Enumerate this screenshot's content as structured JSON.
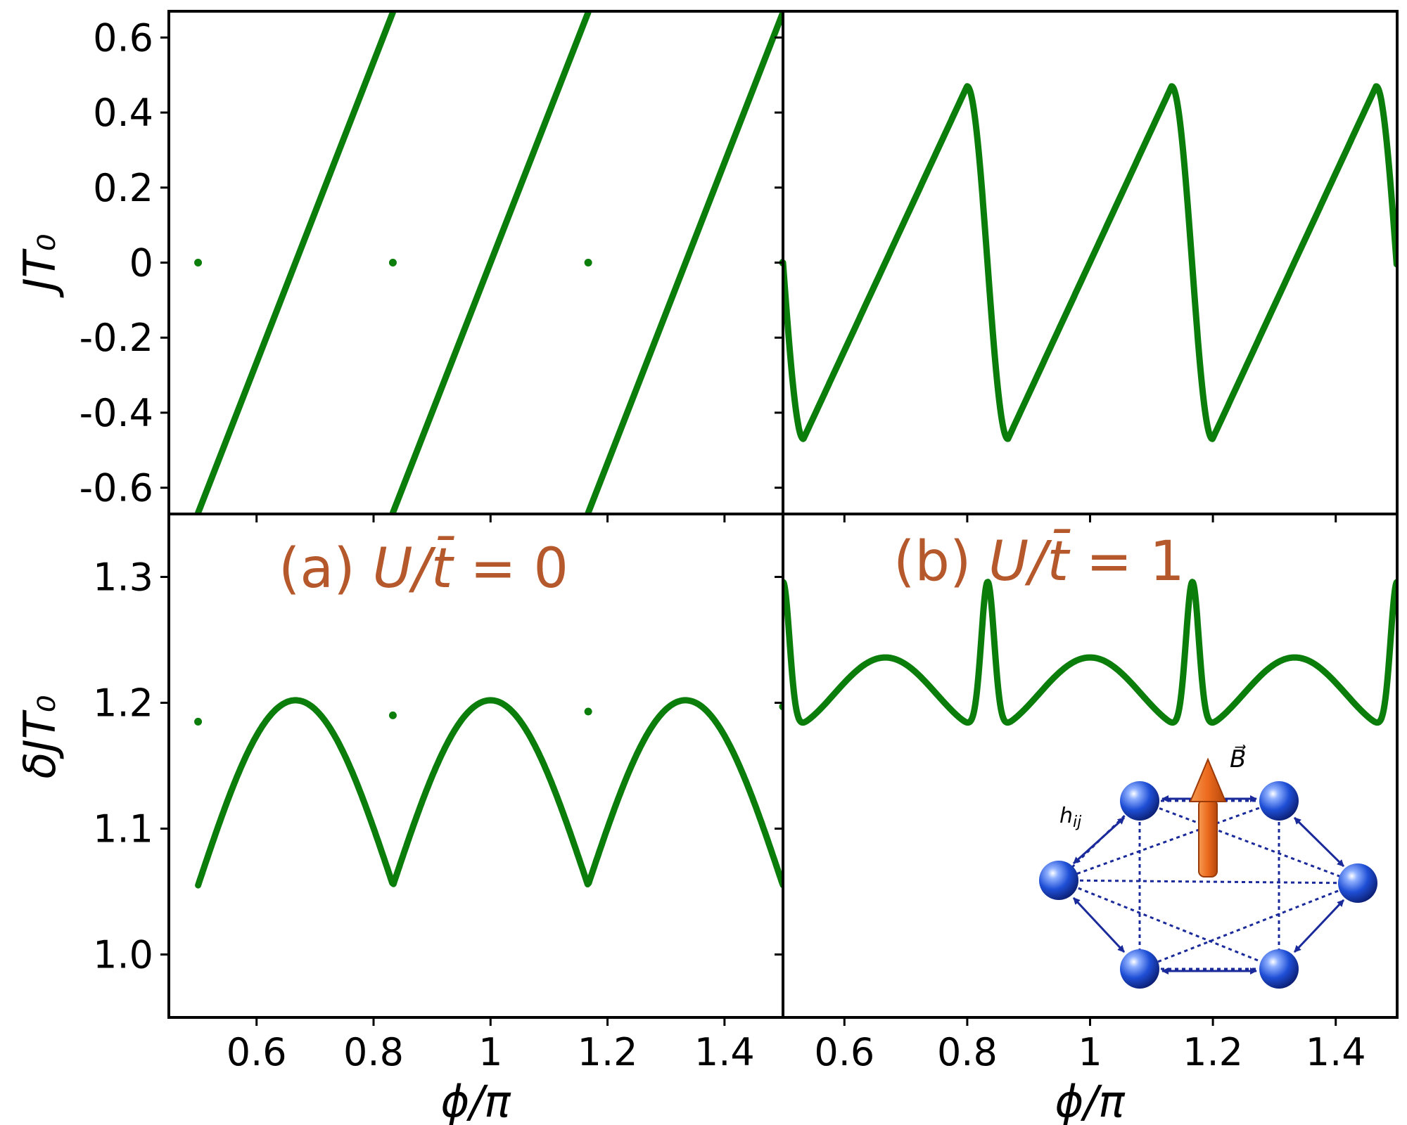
{
  "colors": {
    "curve": "#0a7d0a",
    "label": "#b5582b",
    "frame": "#000000",
    "node": "#1f4fd6",
    "bond": "#1a2a9a",
    "field": "#ec6a1e"
  },
  "axes": {
    "ylabel_top": "JT₀",
    "ylabel_bottom": "δJT₀",
    "xlabel": "ϕ/π",
    "xticks": [
      "0.6",
      "0.8",
      "1",
      "1.2",
      "1.4"
    ],
    "yticks_top": [
      "0.6",
      "0.4",
      "0.2",
      "0",
      "-0.2",
      "-0.4",
      "-0.6"
    ],
    "yticks_bottom": [
      "1.3",
      "1.2",
      "1.1",
      "1.0"
    ]
  },
  "labels": {
    "a_prefix": "(a) ",
    "b_prefix": "(b) ",
    "u_over_t": "U/t̄",
    "a_value": " = 0",
    "b_value": " = 1",
    "inset_field": "B⃗",
    "inset_hopping": "h",
    "inset_hopping_sub": "ij"
  },
  "chart_data": [
    {
      "type": "scatter",
      "panel": "a-top",
      "xlim": [
        0.45,
        1.5
      ],
      "ylim": [
        -0.67,
        0.67
      ],
      "ylabel": "JT₀",
      "series": [
        {
          "points": [
            [
              0.5,
              -0.667
            ],
            [
              0.833,
              0.667
            ]
          ]
        },
        {
          "points": [
            [
              0.833,
              -0.667
            ],
            [
              1.167,
              0.667
            ]
          ]
        },
        {
          "points": [
            [
              1.167,
              -0.667
            ],
            [
              1.5,
              0.667
            ]
          ]
        }
      ],
      "markers": [
        [
          0.5,
          0.0
        ],
        [
          0.833,
          0.0
        ],
        [
          1.167,
          0.0
        ],
        [
          1.5,
          0.0
        ]
      ]
    },
    {
      "type": "line",
      "panel": "b-top",
      "xlim": [
        0.5,
        1.5
      ],
      "ylim": [
        -0.67,
        0.67
      ],
      "amplitude": 0.47,
      "period": 0.333,
      "points": [
        [
          0.5,
          0.0
        ],
        [
          0.51,
          -0.4
        ],
        [
          0.53,
          -0.47
        ],
        [
          0.8,
          0.47
        ],
        [
          0.82,
          0.4
        ],
        [
          0.833,
          0.0
        ],
        [
          0.85,
          -0.4
        ],
        [
          0.867,
          -0.47
        ],
        [
          1.133,
          0.47
        ],
        [
          1.15,
          0.4
        ],
        [
          1.167,
          0.0
        ],
        [
          1.183,
          -0.4
        ],
        [
          1.2,
          -0.47
        ],
        [
          1.467,
          0.47
        ],
        [
          1.483,
          0.4
        ],
        [
          1.5,
          0.0
        ]
      ]
    },
    {
      "type": "line",
      "panel": "a-bottom",
      "xlim": [
        0.45,
        1.5
      ],
      "ylim": [
        0.95,
        1.35
      ],
      "ylabel": "δJT₀",
      "xlabel": "ϕ/π",
      "min": 1.055,
      "max": 1.202,
      "points": [
        [
          0.5,
          1.055
        ],
        [
          0.667,
          1.202
        ],
        [
          0.833,
          1.055
        ],
        [
          1.0,
          1.202
        ],
        [
          1.167,
          1.055
        ],
        [
          1.333,
          1.202
        ],
        [
          1.5,
          1.055
        ]
      ],
      "markers": [
        [
          0.5,
          1.185
        ],
        [
          0.833,
          1.19
        ],
        [
          1.167,
          1.193
        ],
        [
          1.5,
          1.197
        ]
      ]
    },
    {
      "type": "line",
      "panel": "b-bottom",
      "xlim": [
        0.5,
        1.5
      ],
      "ylim": [
        0.95,
        1.35
      ],
      "xlabel": "ϕ/π",
      "baseline": 1.236,
      "dip": 1.178,
      "peak": 1.296,
      "points": [
        [
          0.5,
          1.296
        ],
        [
          0.53,
          1.178
        ],
        [
          0.667,
          1.236
        ],
        [
          0.8,
          1.178
        ],
        [
          0.833,
          1.296
        ],
        [
          0.867,
          1.178
        ],
        [
          1.0,
          1.236
        ],
        [
          1.133,
          1.178
        ],
        [
          1.167,
          1.296
        ],
        [
          1.2,
          1.178
        ],
        [
          1.333,
          1.236
        ],
        [
          1.467,
          1.178
        ],
        [
          1.5,
          1.296
        ]
      ]
    }
  ]
}
